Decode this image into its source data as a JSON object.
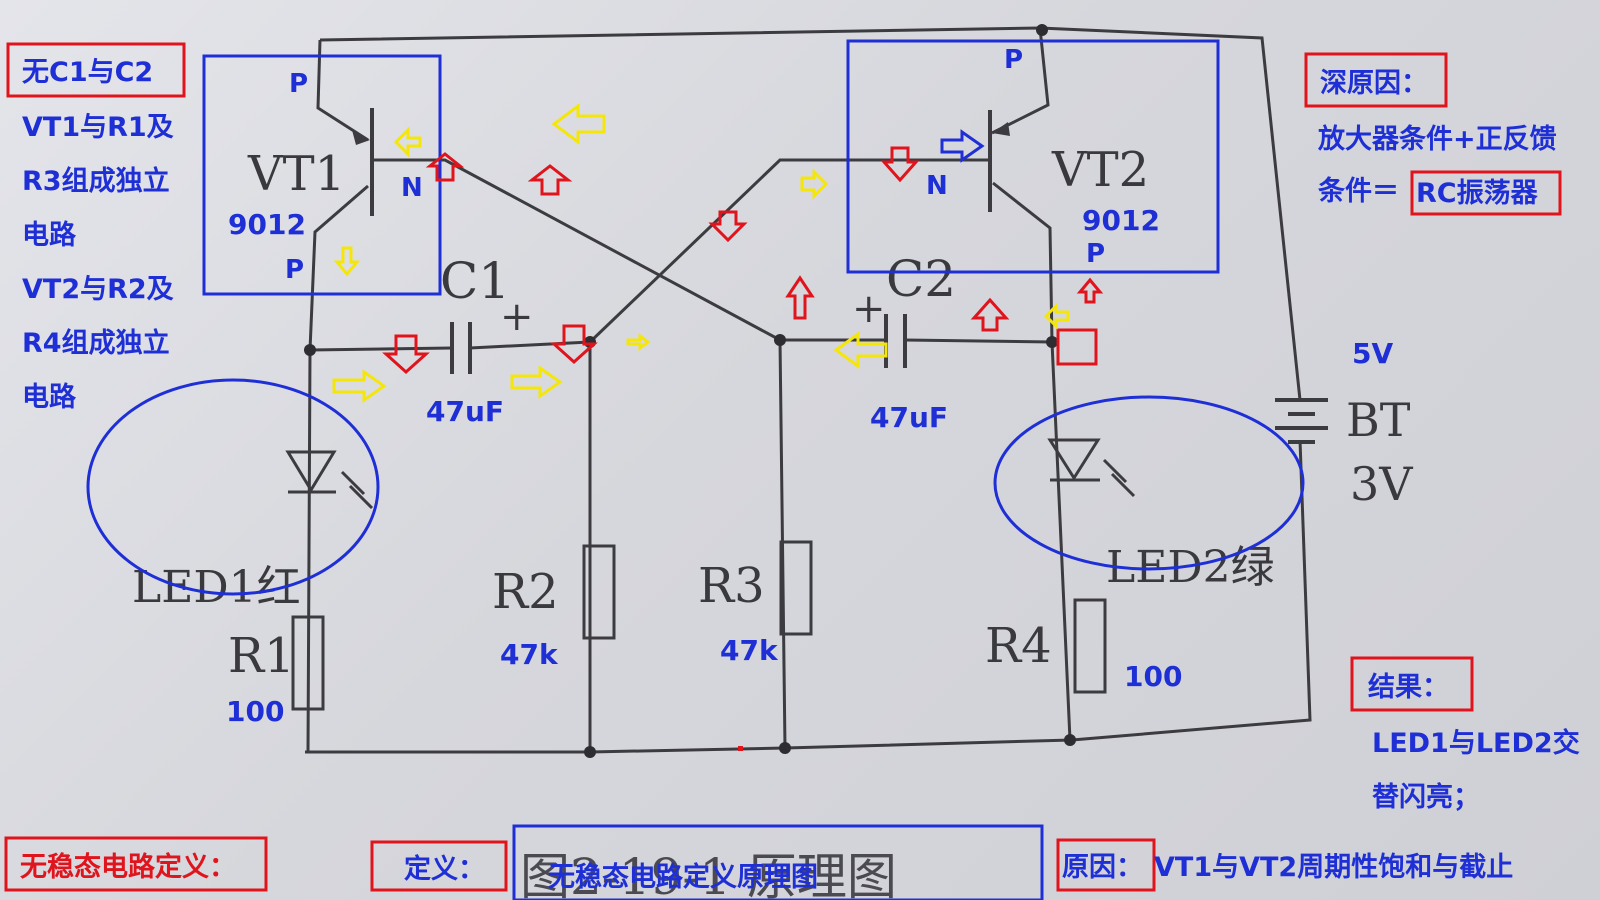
{
  "schematic": {
    "vt1": "VT1",
    "vt1_type": "9012",
    "vt2": "VT2",
    "vt2_type": "9012",
    "vt1_p_top": "P",
    "vt1_n": "N",
    "vt1_p_bottom": "P",
    "vt2_p_top": "P",
    "vt2_n": "N",
    "vt2_p_bottom": "P",
    "c1": "C1",
    "c1_value": "47uF",
    "c1_plus": "+",
    "c2": "C2",
    "c2_value": "47uF",
    "c2_plus": "+",
    "r1": "R1",
    "r1_value": "100",
    "r2": "R2",
    "r2_value": "47k",
    "r3": "R3",
    "r3_value": "47k",
    "r4": "R4",
    "r4_value": "100",
    "led1": "LED1红",
    "led2": "LED2绿",
    "battery": "BT",
    "battery_voltage": "3V",
    "supply_note": "5V",
    "caption_printed": "图2-19-1 原理图",
    "caption_overlay": "无稳态电路定义原理图"
  },
  "left_notes": {
    "boxed": "无C1与C2",
    "lines": [
      "VT1与R1及",
      "R3组成独立",
      "电路",
      "VT2与R2及",
      "R4组成独立",
      "电路"
    ]
  },
  "right_notes": {
    "deep_cause_label": "深原因：",
    "deep_cause_line1": "放大器条件+正反馈",
    "deep_cause_line2_prefix": "条件＝",
    "deep_cause_result": "RC振荡器",
    "result_label": "结果：",
    "result_line1": "LED1与LED2交",
    "result_line2": "替闪亮；"
  },
  "bottom": {
    "definition_title": "无稳态电路定义：",
    "definition_label": "定义：",
    "reason_label": "原因：",
    "reason_text": "VT1与VT2周期性饱和与截止"
  },
  "colors": {
    "annotation_blue": "#1f2fd6",
    "annotation_red": "#e0141c",
    "yellow_arrow": "#f5e60a",
    "ink": "#3a3a3e"
  }
}
